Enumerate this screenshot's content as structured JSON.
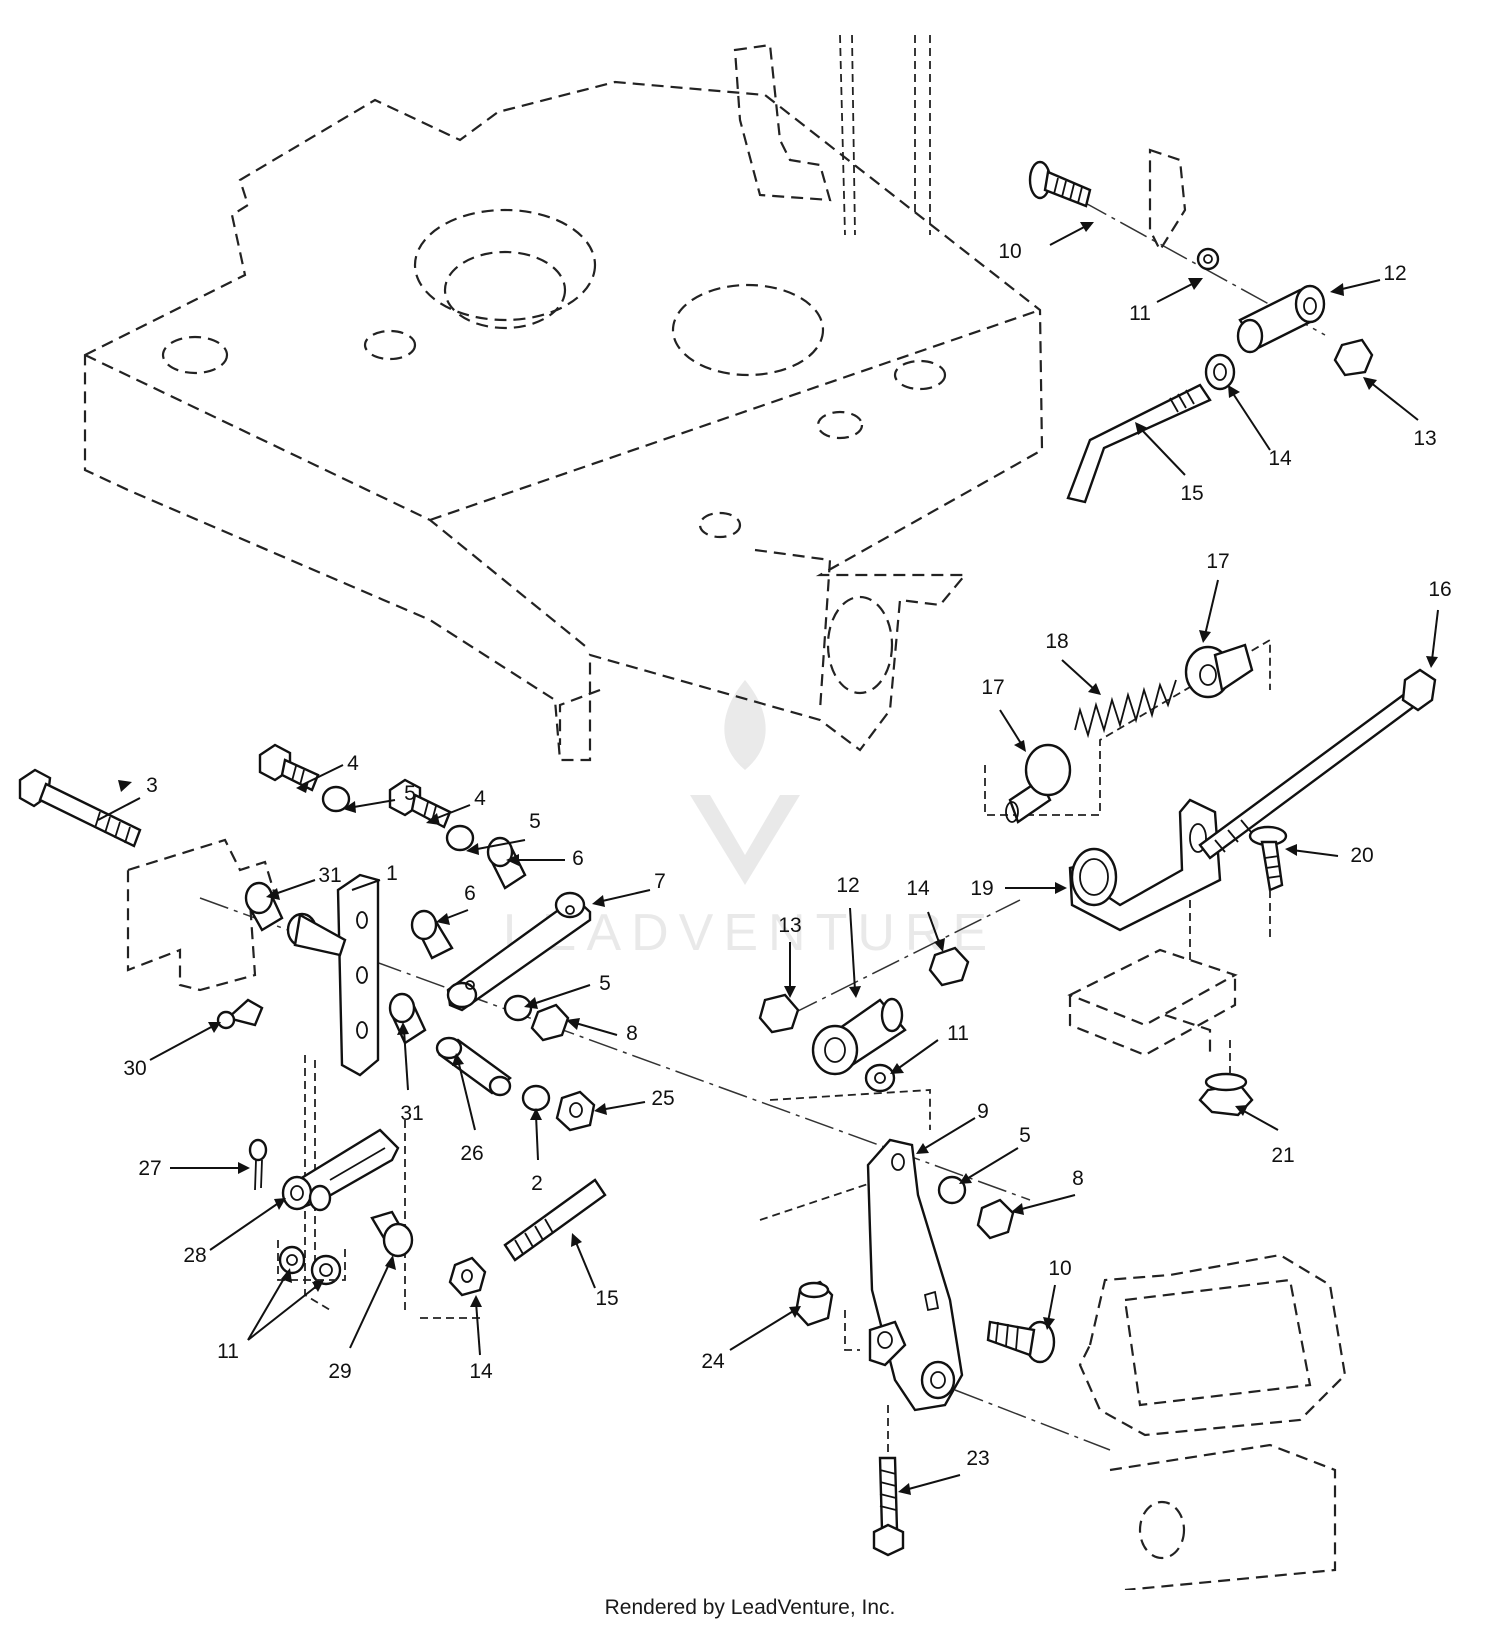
{
  "watermark": {
    "text": "LEADVENTURE",
    "logo": "leadventure-flame-v-logo"
  },
  "footer": {
    "text": "Rendered by LeadVenture, Inc."
  },
  "callouts": [
    {
      "id": "c10a",
      "label": "10"
    },
    {
      "id": "c11a",
      "label": "11"
    },
    {
      "id": "c12a",
      "label": "12"
    },
    {
      "id": "c13a",
      "label": "13"
    },
    {
      "id": "c14a",
      "label": "14"
    },
    {
      "id": "c15a",
      "label": "15"
    },
    {
      "id": "c17a",
      "label": "17"
    },
    {
      "id": "c17b",
      "label": "17"
    },
    {
      "id": "c18",
      "label": "18"
    },
    {
      "id": "c16",
      "label": "16"
    },
    {
      "id": "c3",
      "label": "3"
    },
    {
      "id": "c4a",
      "label": "4"
    },
    {
      "id": "c5a",
      "label": "5"
    },
    {
      "id": "c4b",
      "label": "4"
    },
    {
      "id": "c5b",
      "label": "5"
    },
    {
      "id": "c6a",
      "label": "6"
    },
    {
      "id": "c7",
      "label": "7"
    },
    {
      "id": "c31a",
      "label": "31"
    },
    {
      "id": "c1",
      "label": "1"
    },
    {
      "id": "c6b",
      "label": "6"
    },
    {
      "id": "c5c",
      "label": "5"
    },
    {
      "id": "c8a",
      "label": "8"
    },
    {
      "id": "c30",
      "label": "30"
    },
    {
      "id": "c31b",
      "label": "31"
    },
    {
      "id": "c26",
      "label": "26"
    },
    {
      "id": "c2",
      "label": "2"
    },
    {
      "id": "c25",
      "label": "25"
    },
    {
      "id": "c27",
      "label": "27"
    },
    {
      "id": "c28",
      "label": "28"
    },
    {
      "id": "c11b",
      "label": "11"
    },
    {
      "id": "c29",
      "label": "29"
    },
    {
      "id": "c14b",
      "label": "14"
    },
    {
      "id": "c15b",
      "label": "15"
    },
    {
      "id": "c20",
      "label": "20"
    },
    {
      "id": "c19",
      "label": "19"
    },
    {
      "id": "c14c",
      "label": "14"
    },
    {
      "id": "c12b",
      "label": "12"
    },
    {
      "id": "c13b",
      "label": "13"
    },
    {
      "id": "c11c",
      "label": "11"
    },
    {
      "id": "c21",
      "label": "21"
    },
    {
      "id": "c9",
      "label": "9"
    },
    {
      "id": "c5d",
      "label": "5"
    },
    {
      "id": "c8b",
      "label": "8"
    },
    {
      "id": "c10b",
      "label": "10"
    },
    {
      "id": "c24",
      "label": "24"
    },
    {
      "id": "c23",
      "label": "23"
    }
  ]
}
